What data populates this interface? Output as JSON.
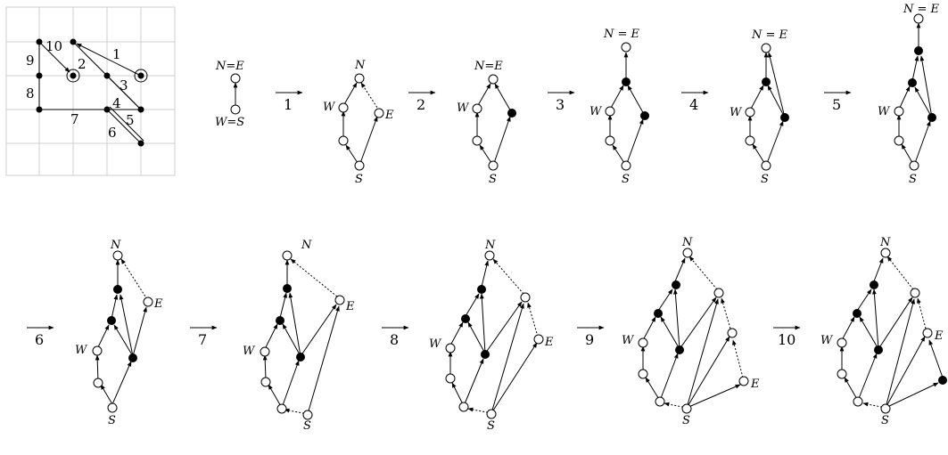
{
  "grid": {
    "segment_labels": [
      "1",
      "2",
      "3",
      "4",
      "5",
      "6",
      "7",
      "8",
      "9",
      "10"
    ]
  },
  "arrow_labels": [
    "1",
    "2",
    "3",
    "4",
    "5",
    "6",
    "7",
    "8",
    "9",
    "10"
  ],
  "vertex_labels": {
    "north": "N",
    "east": "E",
    "west": "W",
    "south": "S",
    "north_eq_east": "N=E",
    "north_eq_east_spaced": "N = E",
    "west_eq_south": "W=S"
  }
}
